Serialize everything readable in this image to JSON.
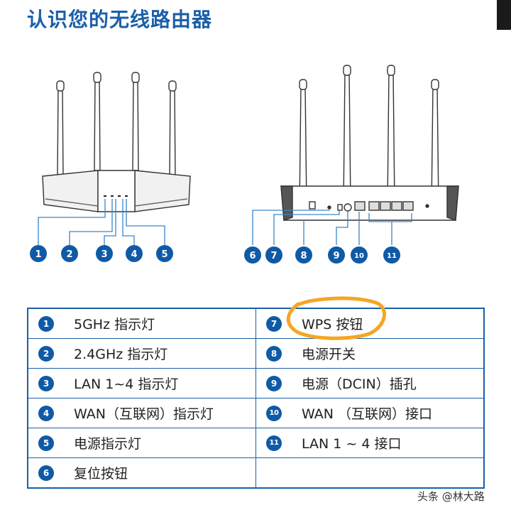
{
  "page": {
    "title": "认识您的无线路由器"
  },
  "diagram": {
    "front_callouts": [
      "1",
      "2",
      "3",
      "4",
      "5"
    ],
    "back_callouts": [
      "6",
      "7",
      "8",
      "9",
      "10",
      "11"
    ]
  },
  "legend": {
    "rows": [
      {
        "left": {
          "num": "1",
          "label": "5GHz 指示灯"
        },
        "right": {
          "num": "7",
          "label": "WPS 按钮"
        }
      },
      {
        "left": {
          "num": "2",
          "label": "2.4GHz 指示灯"
        },
        "right": {
          "num": "8",
          "label": "电源开关"
        }
      },
      {
        "left": {
          "num": "3",
          "label": "LAN 1~4 指示灯"
        },
        "right": {
          "num": "9",
          "label": "电源（DCIN）插孔"
        }
      },
      {
        "left": {
          "num": "4",
          "label": "WAN（互联网）指示灯"
        },
        "right": {
          "num": "10",
          "label": "WAN （互联网）接口"
        }
      },
      {
        "left": {
          "num": "5",
          "label": "电源指示灯"
        },
        "right": {
          "num": "11",
          "label": "LAN 1 ~ 4 接口"
        }
      },
      {
        "left": {
          "num": "6",
          "label": "复位按钮"
        },
        "right": {
          "num": "",
          "label": ""
        }
      }
    ]
  },
  "annotation": {
    "highlight_color": "#f5a623"
  },
  "watermark": {
    "text": "头条 @林大路"
  }
}
